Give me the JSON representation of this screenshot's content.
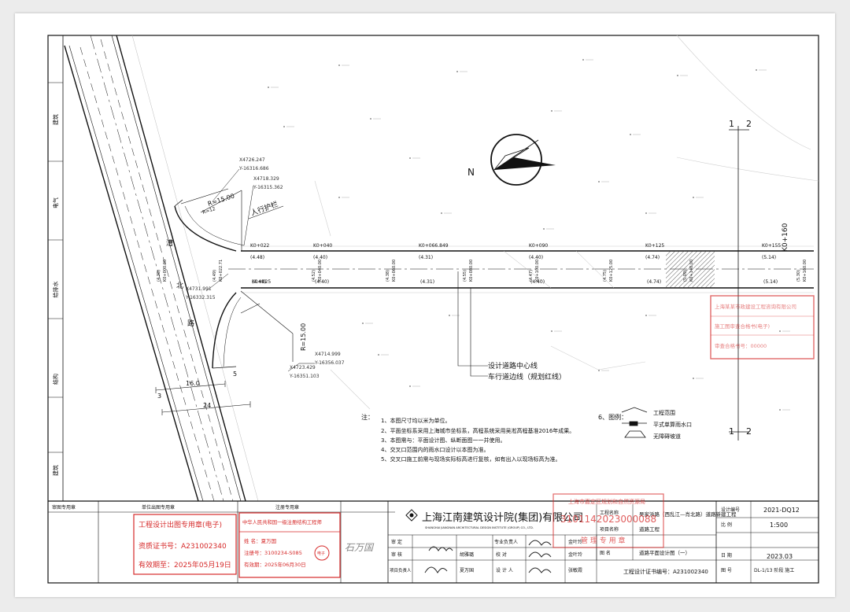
{
  "margin_strip": {
    "labels": [
      "建筑",
      "电气",
      "给排水",
      "结构",
      "建筑"
    ]
  },
  "road": {
    "street_name": [
      "漕",
      "北",
      "路"
    ],
    "survey_points": [
      {
        "x": "X4726.247",
        "y": "Y-16316.686"
      },
      {
        "x": "X4718.329",
        "y": "Y-16315.362"
      },
      {
        "x": "X4731.991",
        "y": "Y-16332.315"
      },
      {
        "x": "X4714.999",
        "y": "Y-16356.037"
      },
      {
        "x": "X4723.429",
        "y": "Y-16351.103"
      }
    ],
    "radius_labels": [
      "R=15.00",
      "R=12",
      "R=15.00"
    ],
    "guardrail_label": "人行护栏",
    "stations_top": [
      "K0+022",
      "K0+040",
      "K0+066.849",
      "K0+090",
      "K0+125",
      "K0+155"
    ],
    "stations_bottom": [
      "K0+025"
    ],
    "elevations_top": [
      "(4.48)",
      "(4.40)",
      "(4.31)",
      "(4.40)",
      "(4.74)",
      "(5.14)"
    ],
    "elevations_bottom": [
      "(4.48)",
      "(4.40)",
      "(4.31)",
      "(4.40)",
      "(4.74)",
      "(5.14)"
    ],
    "vertical_stations": [
      "K0+000.00",
      "K0+022.71",
      "K0+040.00",
      "K0+060.00",
      "K0+080.00",
      "K0+100.00",
      "K0+125.00",
      "K0+140.00",
      "K0+160.00"
    ],
    "vertical_elevations": [
      "(4.38)",
      "(4.49)",
      "(4.52)",
      "(4.38)",
      "(4.55)",
      "(4.47)",
      "(4.75)",
      "(5.09)",
      "(5.30)"
    ],
    "vertical_station_end": "K0+160",
    "dimensions": [
      "16.0",
      "24",
      "3",
      "5"
    ],
    "section_marks": [
      "1",
      "2",
      "1",
      "2"
    ],
    "legend_callout": [
      "设计道路中心线",
      "车行道边线（规划红线）"
    ]
  },
  "notes": {
    "title": "注：",
    "items": [
      "1、本图尺寸均以米为单位。",
      "2、平面坐标系采用上海城市坐标系，高程系统采用吴淞高程基准2016年成果。",
      "3、本图需与：平面设计图、纵断面图一一并使用。",
      "4、交叉口范围内的雨水口设计以本图为准。",
      "5、交叉口施工前需与现场实际标高进行复核，如有出入以现场标高为准。"
    ],
    "legend_title": "6、图例：",
    "legend_items": [
      "工程范围",
      "平式单算雨水口",
      "无障碍坡道"
    ]
  },
  "stamps": {
    "top_right": [
      "上海某某市政建设工程咨询有限公司",
      "施工图审查合格书(电子)",
      "审查合格书号：00000"
    ],
    "cert_box": [
      "工程设计出图专用章(电子)",
      "资质证书号：A231002340",
      "有效期至：2025年05月19日"
    ],
    "engineer_box": [
      "中华人民共和国一级注册结构工程师",
      "姓  名：夏万国",
      "注册号：3100234-S085",
      "有效期：2025年06月30日"
    ],
    "seal_small": "电子",
    "planning_overlay": [
      "上海市嘉定区规划和自然资源局",
      "3101142023000088",
      "管 理 专 用 章"
    ]
  },
  "title_block": {
    "headers": [
      "审图专用章",
      "单位出图专用章",
      "注册专用章"
    ],
    "company": "上海江南建筑设计院(集团)有限公司",
    "company_en": "SHANGHAI JIANGNAN ARCHITECTURAL DESIGN INSTITUTE (GROUP) CO., LTD.",
    "row_labels": [
      "审    定",
      "审    核",
      "项目负责人"
    ],
    "mid_labels": [
      "专业负责人",
      "校    对",
      "设  计  人"
    ],
    "mid_names": [
      "胡雅璐",
      "夏万国"
    ],
    "right_names": [
      "金叶玲",
      "金叶玲",
      "张敏霞"
    ],
    "project_name_label": "工程名称",
    "project_name": "吴家浜路（西乱江—肖北路）道路新建工程",
    "project_item_label": "项目名称",
    "project_item": "道路工程",
    "drawing_label": "图  名",
    "drawing_name": "道路平面设计图（一）",
    "design_cert": "工程设计证书编号：A231002340",
    "fields": [
      {
        "label": "设计编号",
        "value": "2021-DQ12"
      },
      {
        "label": "比    例",
        "value": "1:500"
      },
      {
        "label": "日    期",
        "value": "2023.03"
      },
      {
        "label": "图    号",
        "value": "DL-1/13 阶段 施工"
      }
    ],
    "signature_text": "石万国"
  },
  "colors": {
    "line": "#1a1a1a",
    "red": "#d62a2a",
    "grey": "#9a9a9a"
  }
}
